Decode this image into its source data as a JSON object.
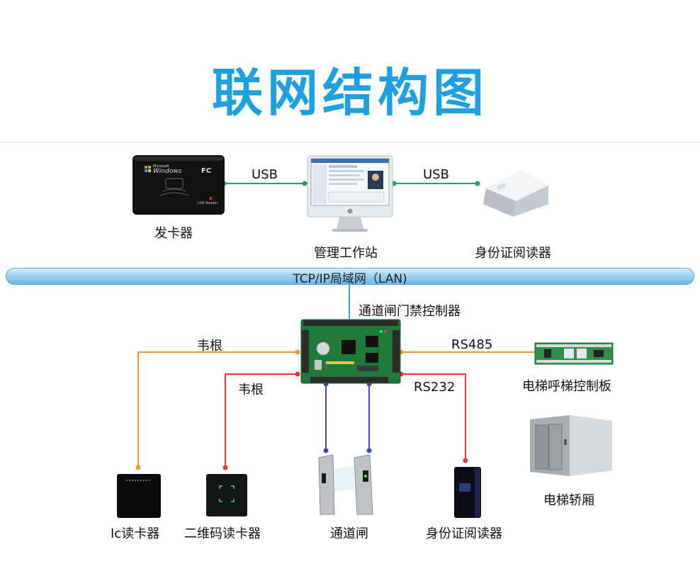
{
  "title": "联网结构图",
  "network": {
    "lan_label": "TCP/IP局域网（LAN)"
  },
  "nodes": {
    "card_issuer": {
      "label": "发卡器",
      "brand": "Windows",
      "brand_small": "Microsoft",
      "fc_mark": "FC",
      "device_note": "USB Reader"
    },
    "workstation": {
      "label": "管理工作站"
    },
    "id_reader_top": {
      "label": "身份证阅读器"
    },
    "controller": {
      "label": "通道闸门禁控制器"
    },
    "elevator_board": {
      "label": "电梯呼梯控制板"
    },
    "elevator_car": {
      "label": "电梯轿厢"
    },
    "ic_reader": {
      "label": "Ic读卡器"
    },
    "qr_reader": {
      "label": "二维码读卡器"
    },
    "turnstile": {
      "label": "通道闸"
    },
    "id_reader_bottom": {
      "label": "身份证阅读器"
    }
  },
  "links": {
    "usb_left": "USB",
    "usb_right": "USB",
    "wiegand_1": "韦根",
    "wiegand_2": "韦根",
    "rs485": "RS485",
    "rs232": "RS232"
  },
  "colors": {
    "title": "#1e9fe0",
    "usb_line": "#1aa35a",
    "lan_line": "#3aa0d8",
    "wiegand_1_line": "#f0962e",
    "wiegand_2_line": "#e0393b",
    "rs485_line": "#f0962e",
    "rs232_line": "#e0393b",
    "turnstile_line": "#3d50a8"
  },
  "icons": [
    "card-issuer-device",
    "imac-workstation",
    "id-card-reader",
    "pcb-controller",
    "elevator-board",
    "elevator-cabin",
    "ic-card-reader",
    "qr-code-reader",
    "turnstile-gate",
    "id-card-reader-vertical"
  ]
}
